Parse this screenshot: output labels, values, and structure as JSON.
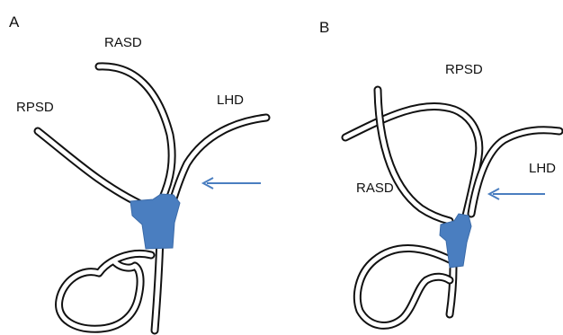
{
  "panels": [
    {
      "label": "A",
      "ducts": {
        "rasd": "RASD",
        "rpsd": "RPSD",
        "lhd": "LHD"
      }
    },
    {
      "label": "B",
      "ducts": {
        "rpsd": "RPSD",
        "rasd": "RASD",
        "lhd": "LHD"
      }
    }
  ],
  "colors": {
    "stricture": "#4a7ec0",
    "arrow": "#4a7ec0",
    "outline": "#111111"
  }
}
